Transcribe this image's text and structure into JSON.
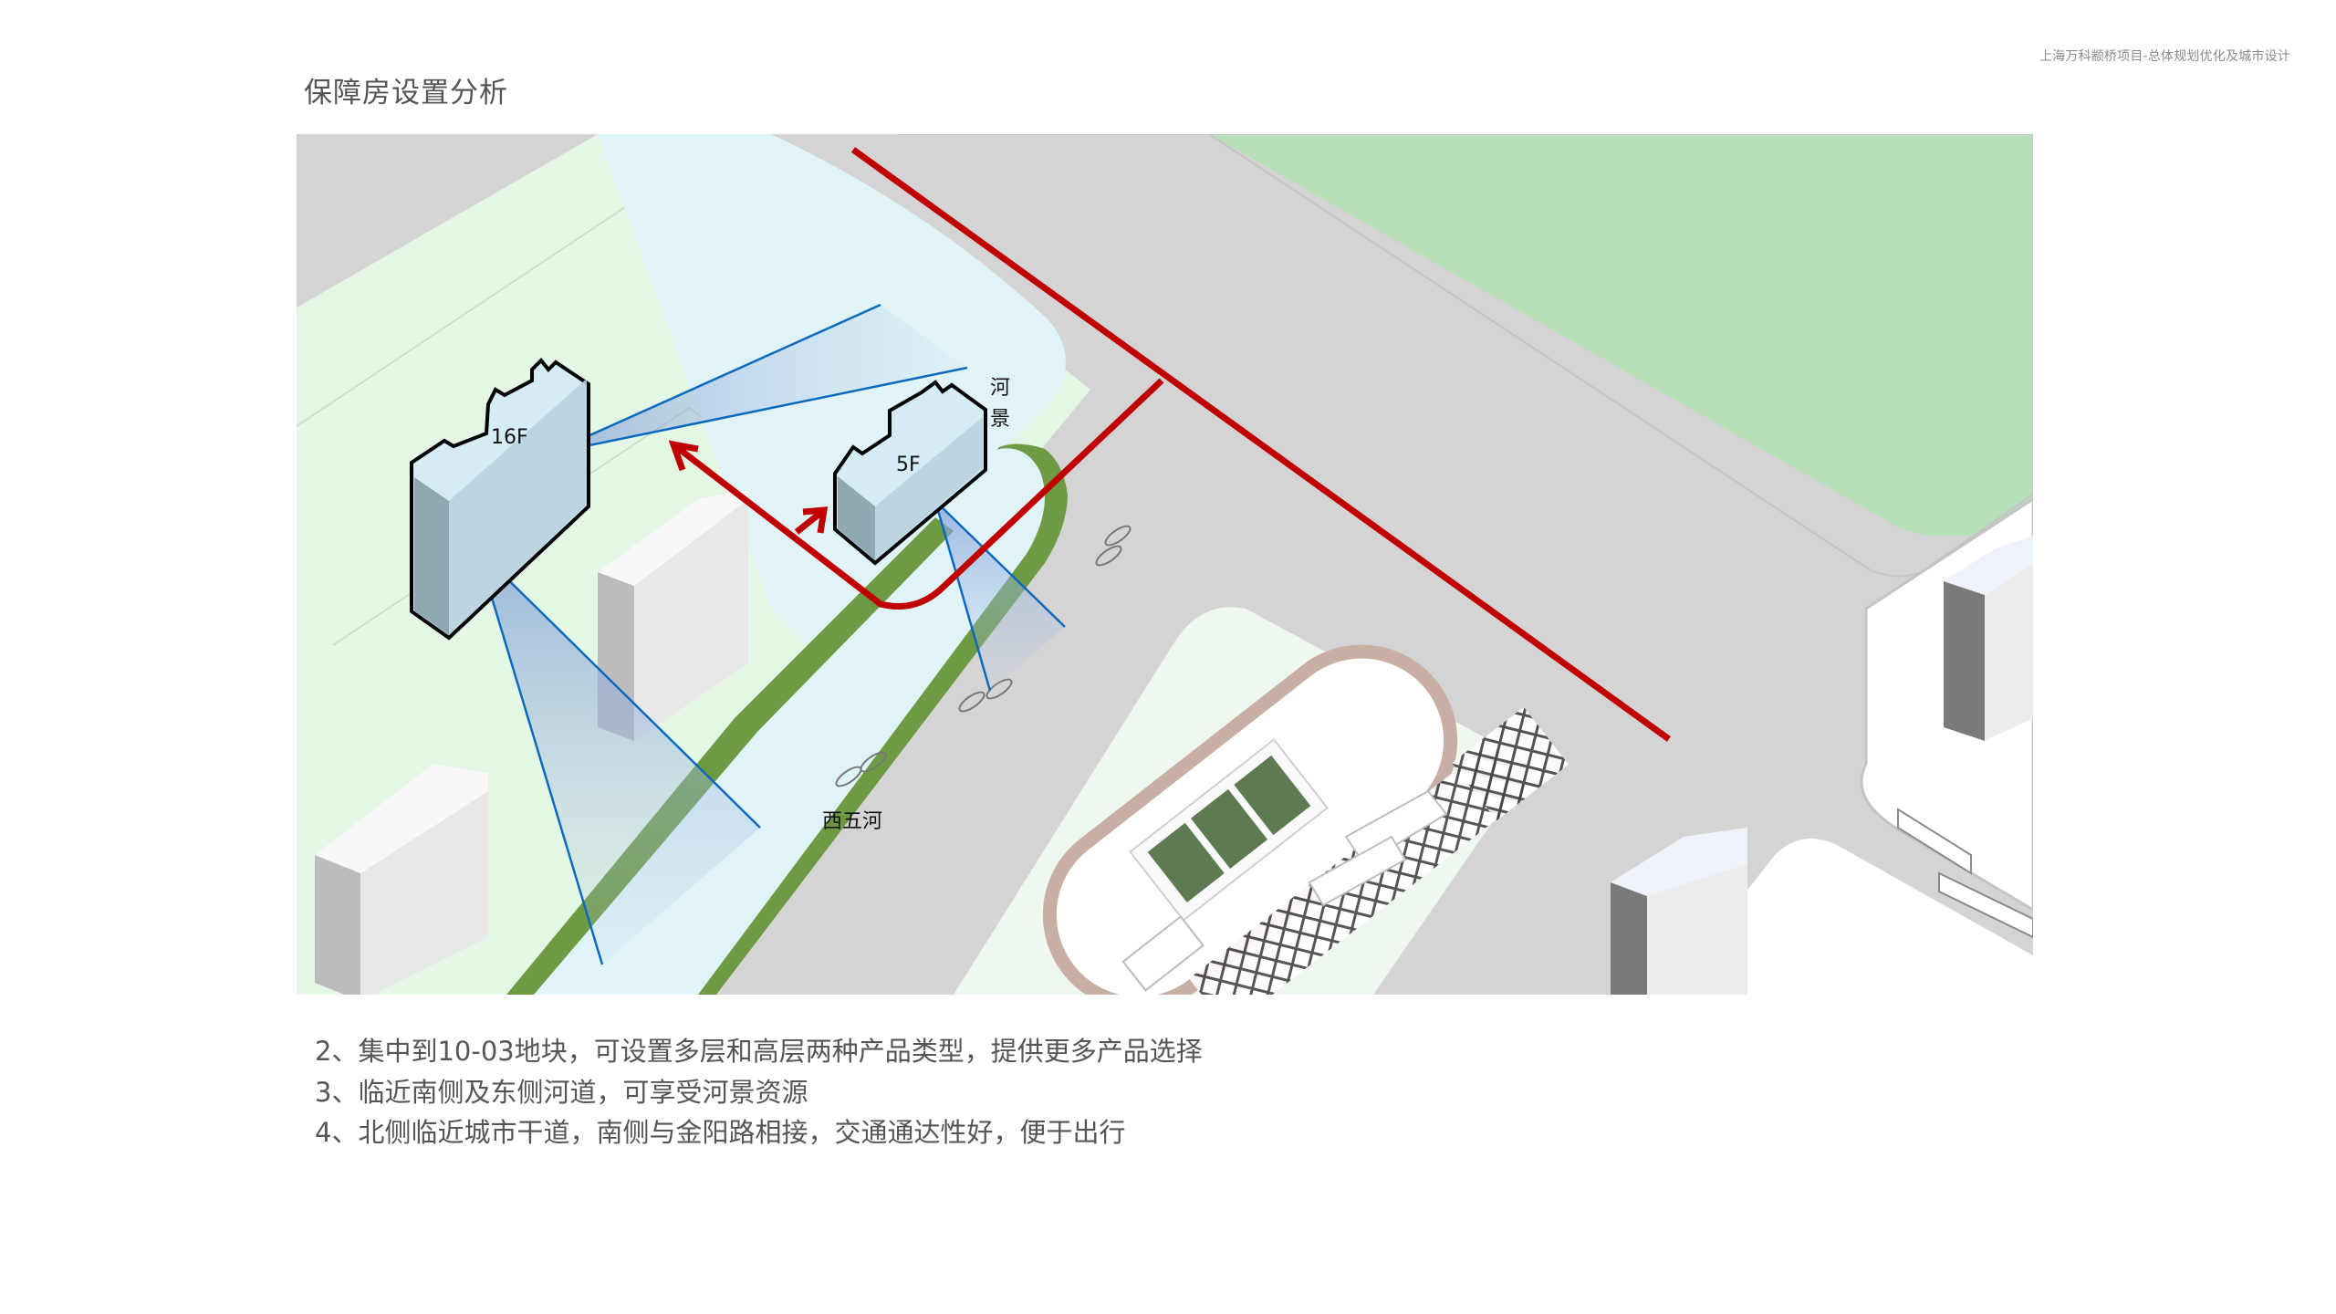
{
  "header": {
    "project_title": "上海万科颛桥项目-总体规划优化及城市设计"
  },
  "page": {
    "title": "保障房设置分析"
  },
  "map": {
    "labels": {
      "building_high": "16F",
      "building_low": "5F",
      "river_view_1": "河",
      "river_view_2": "景",
      "river_name": "西五河"
    },
    "colors": {
      "road": "#d4d4d4",
      "park_green": "#b8e0b8",
      "site_green": "#e4f6e4",
      "river": "#e0f4f8",
      "river_bank": "#6e9a44",
      "route_red": "#c00000",
      "view_cone_blue": "#0b6abf",
      "building_fill": "#d6ecf5",
      "track": "#c8afa4",
      "field_dark_green": "#5e7a52"
    },
    "icons": [
      "route-arrow-icon",
      "view-cone-icon",
      "building-icon",
      "boat-icon"
    ]
  },
  "bullets": [
    "2、集中到10-03地块，可设置多层和高层两种产品类型，提供更多产品选择",
    "3、临近南侧及东侧河道，可享受河景资源",
    "4、北侧临近城市干道，南侧与金阳路相接，交通通达性好，便于出行"
  ]
}
